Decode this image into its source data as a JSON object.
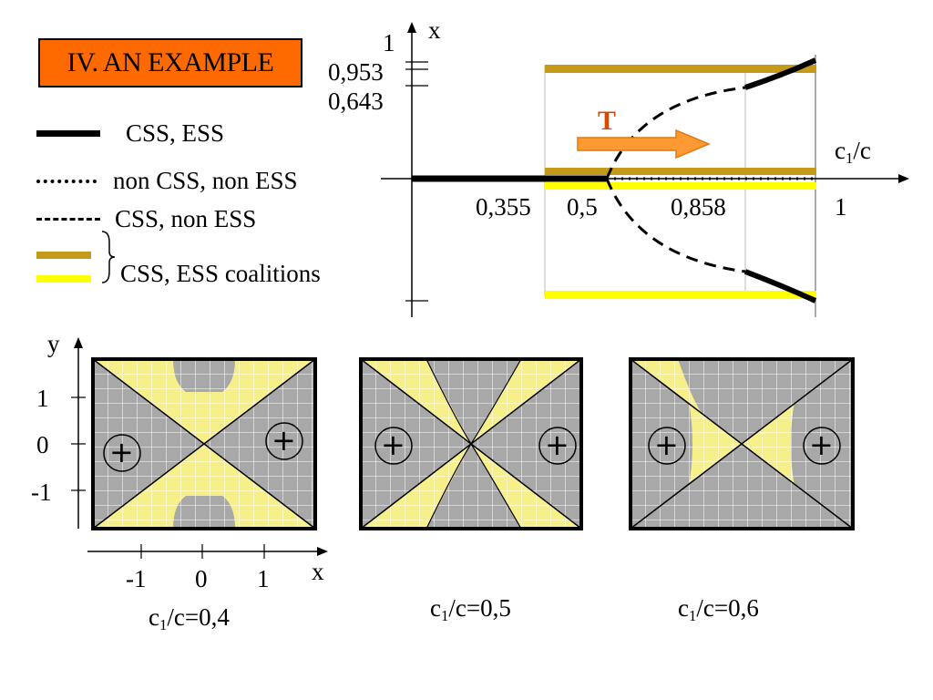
{
  "slide": {
    "title": "IV. AN EXAMPLE"
  },
  "legend": {
    "items": [
      {
        "label": "CSS, ESS",
        "style": "solid"
      },
      {
        "label": "non CSS, non ESS",
        "style": "dotted"
      },
      {
        "label": "CSS, non ESS",
        "style": "dashed"
      },
      {
        "label": "CSS, ESS coalitions",
        "style": "coalition"
      }
    ]
  },
  "bifurcation": {
    "y_axis_label": "x",
    "x_axis_label_main": "c",
    "x_axis_label_sub": "1",
    "x_axis_label_tail": "/c",
    "y_ticks": [
      "1",
      "0,953",
      "0,643"
    ],
    "x_ticks": [
      "0,355",
      "0,5",
      "0,858",
      "1"
    ],
    "arrow_label": "T",
    "colors": {
      "gold": "#c59a1a",
      "yellow": "#ffff00",
      "arrow": "#ff9933",
      "arrow_text": "#d84a00"
    }
  },
  "panels": {
    "y_axis_label": "y",
    "x_axis_label": "x",
    "y_ticks": [
      "1",
      "0",
      "-1"
    ],
    "x_ticks": [
      "-1",
      "0",
      "1"
    ],
    "plus_symbol": "+",
    "captions": [
      {
        "main": "c",
        "sub": "1",
        "tail": "/c=0,4"
      },
      {
        "main": "c",
        "sub": "1",
        "tail": "/c=0,5"
      },
      {
        "main": "c",
        "sub": "1",
        "tail": "/c=0,6"
      }
    ],
    "colors": {
      "gray": "#a8a8a8",
      "yellow": "#f7f08a",
      "grid": "#ffffff"
    }
  }
}
